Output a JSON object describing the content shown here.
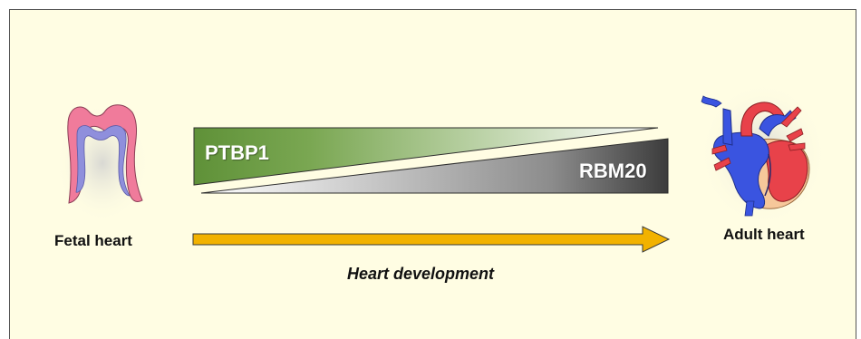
{
  "labels": {
    "fetal": "Fetal heart",
    "adult": "Adult heart",
    "development": "Heart development",
    "ptbp1": "PTBP1",
    "rbm20": "RBM20"
  },
  "colors": {
    "panel_background": "#fffde3",
    "ptbp1_gradient_start": "#5f9138",
    "ptbp1_gradient_end": "#ffffff",
    "rbm20_gradient_start": "#ffffff",
    "rbm20_gradient_end": "#3c3c3c",
    "arrow_fill": "#f2b200",
    "fetal_outer": "#f07b9b",
    "fetal_inner": "#8f8fdc",
    "adult_blue": "#3a54e0",
    "adult_red": "#e8424a",
    "adult_peach": "#f6c79a"
  },
  "icons": {
    "fetal": "fetal-heart-icon",
    "adult": "adult-heart-icon"
  }
}
